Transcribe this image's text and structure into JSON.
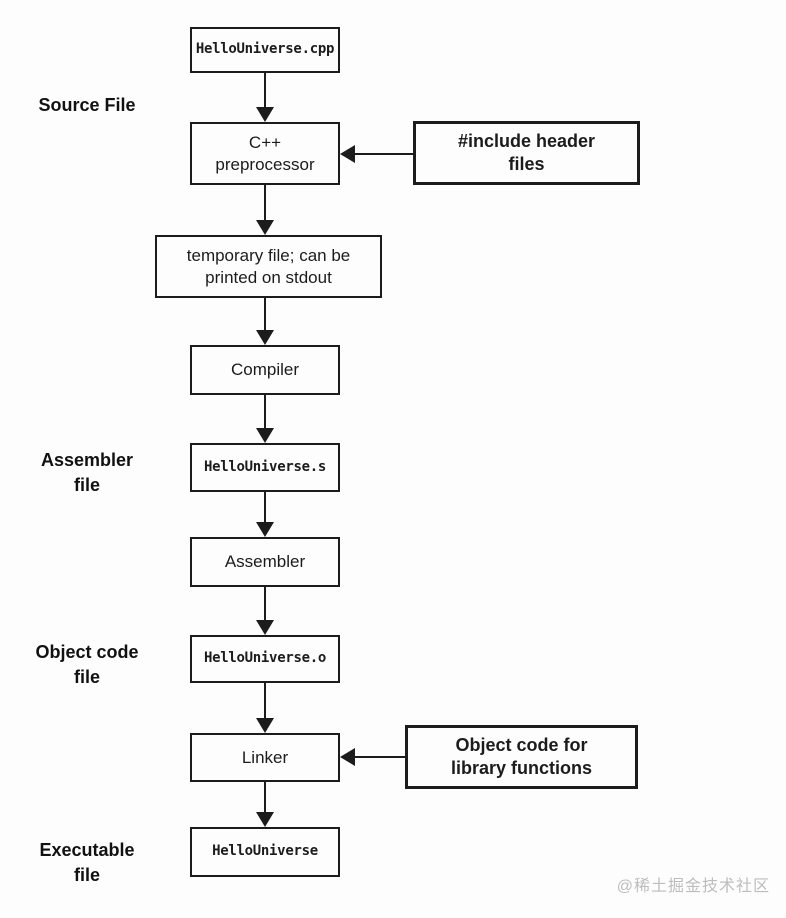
{
  "flowchart": {
    "nodes": {
      "cpp_file": "HelloUniverse.cpp",
      "preprocessor": "C++\npreprocessor",
      "temp_file": "temporary file; can be\nprinted on stdout",
      "compiler": "Compiler",
      "asm_file": "HelloUniverse.s",
      "assembler": "Assembler",
      "obj_file": "HelloUniverse.o",
      "linker": "Linker",
      "exe_file": "HelloUniverse"
    },
    "callouts": {
      "include_headers": "#include header\nfiles",
      "object_code_libs": "Object code for\nlibrary functions"
    },
    "stage_labels": {
      "source": "Source File",
      "assembler_file": "Assembler\nfile",
      "object_code_file": "Object code\nfile",
      "executable_file": "Executable\nfile"
    }
  },
  "watermark": {
    "text": "@稀土掘金技术社区"
  },
  "colors": {
    "line": "#1c1c1c",
    "background": "#fdfdfd",
    "watermark": "#bdbdbd"
  }
}
